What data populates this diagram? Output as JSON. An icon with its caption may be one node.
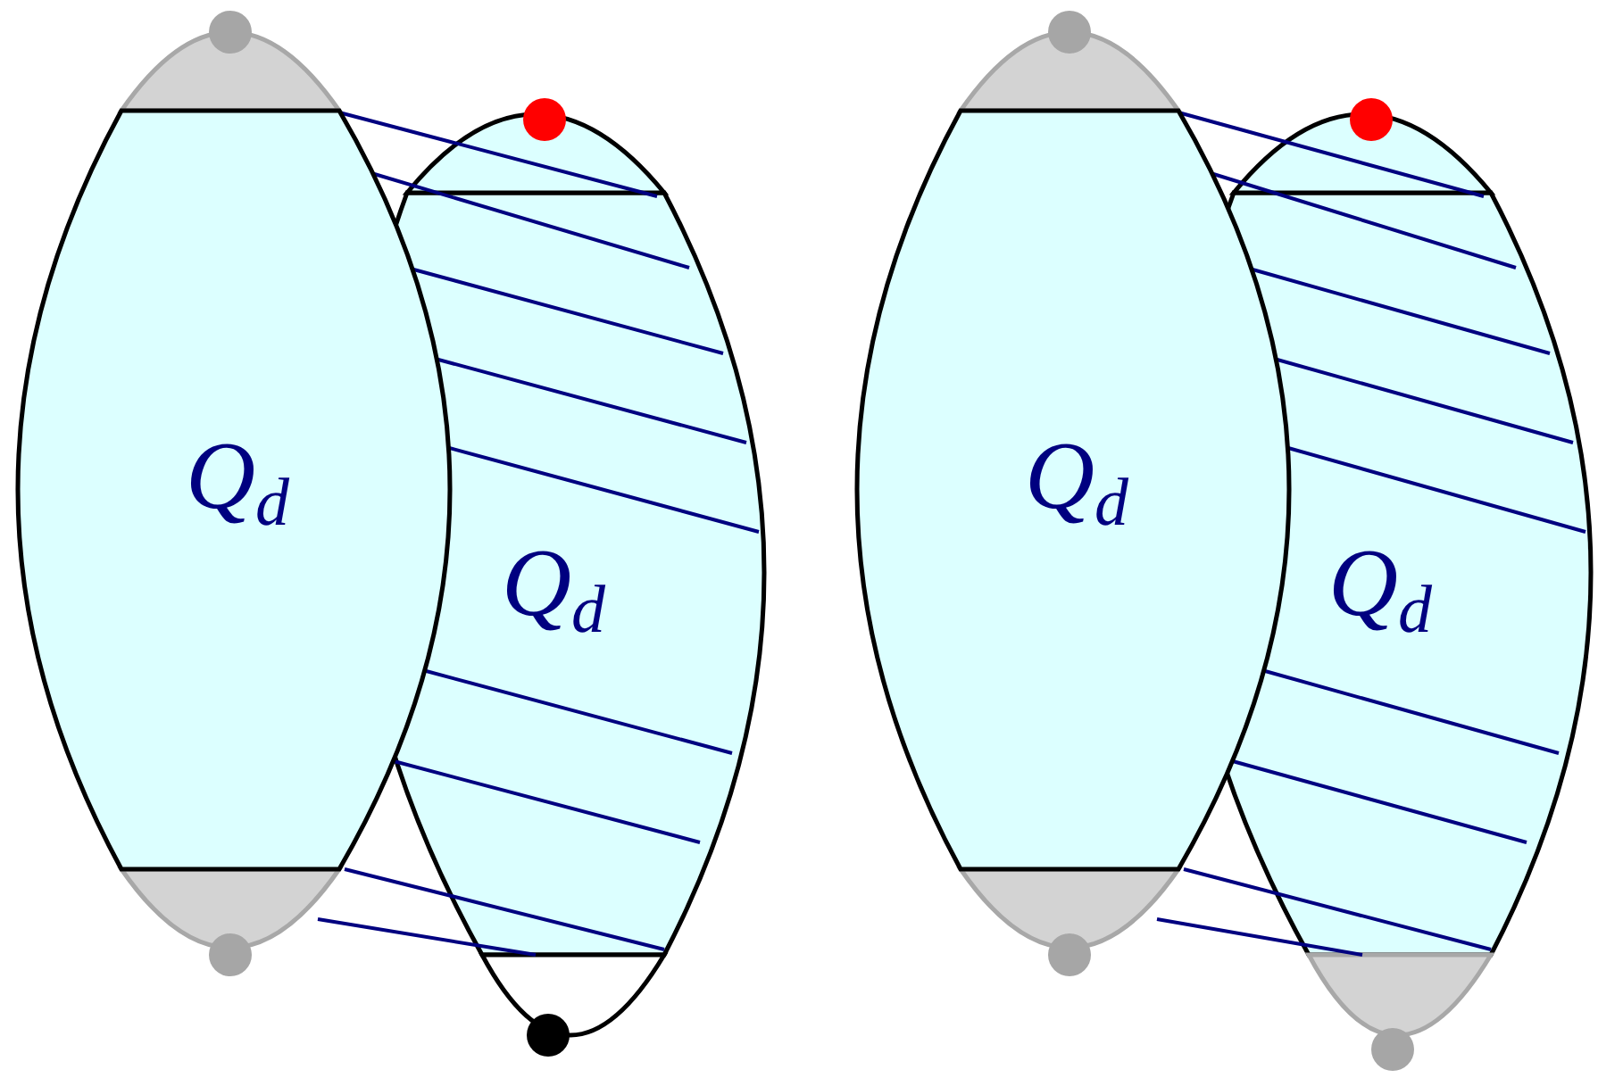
{
  "diagram": {
    "nodes": [
      {
        "text": [
          "Q$_{d}$"
        ]
      },
      {
        "text": [
          "Q$_{d}$"
        ]
      },
      {
        "text": [
          "Q$_{d}$"
        ]
      },
      {
        "text": [
          "Q$_{d}$"
        ]
      }
    ]
  }
}
